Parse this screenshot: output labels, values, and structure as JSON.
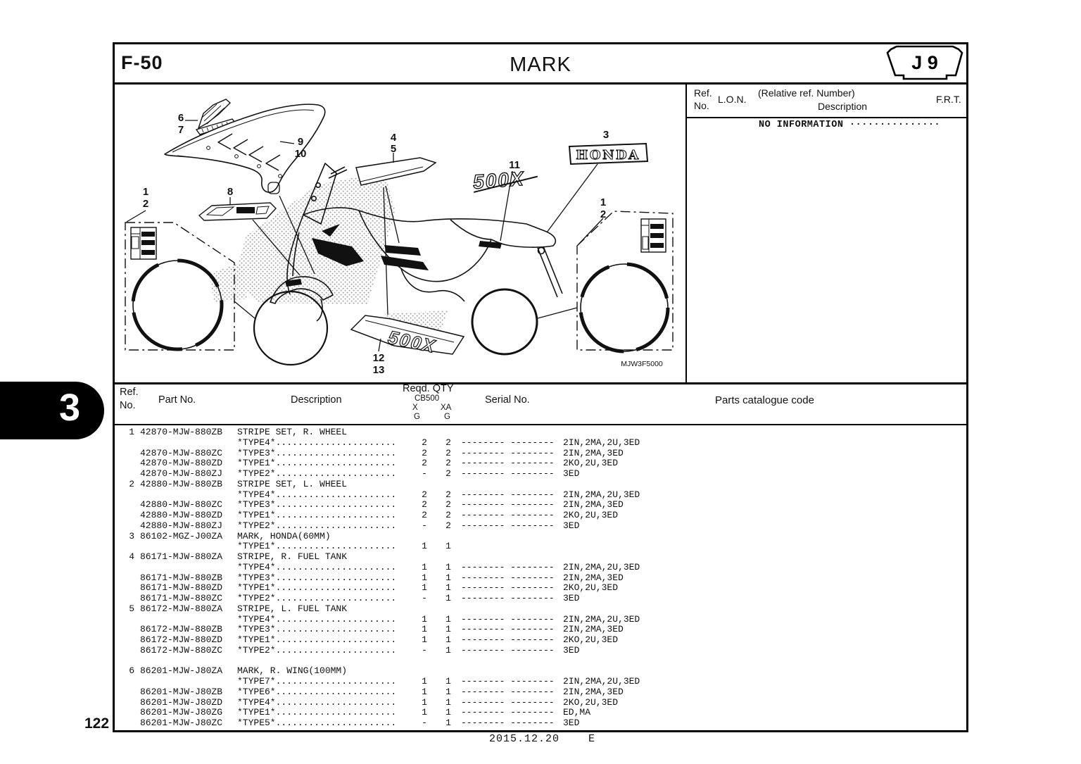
{
  "page": {
    "section_code": "F-50",
    "title": "MARK",
    "plate_code": "J 9",
    "tab_number": "3",
    "page_number": "122",
    "footer_date": "2015.12.20",
    "footer_edition": "E",
    "ink_color": "#111111",
    "paper_color": "#ffffff"
  },
  "ref_panel": {
    "ref_line1": "Ref.",
    "ref_line2": "No.",
    "lon": "L.O.N.",
    "relative_ref": "(Relative ref. Number)",
    "description": "Description",
    "frt": "F.R.T.",
    "no_information": "NO INFORMATION ···············"
  },
  "diagram": {
    "code": "MJW3F5000",
    "decal_honda": "HONDA",
    "decal_500x_side": "500X",
    "decal_500x_lower": "500X",
    "callouts": {
      "left_wheel": [
        "1",
        "2"
      ],
      "wing": [
        "6",
        "7"
      ],
      "shroud": [
        "9",
        "10"
      ],
      "garnish": "8",
      "tank_stripe": [
        "4",
        "5"
      ],
      "honda_mark": "3",
      "side_badge": "11",
      "right_wheel": [
        "1",
        "2"
      ],
      "lower_cowl": [
        "12",
        "13"
      ]
    }
  },
  "table": {
    "header": {
      "ref_line1": "Ref.",
      "ref_line2": "No.",
      "part_no": "Part No.",
      "description": "Description",
      "reqd_qty": "Reqd. QTY",
      "model": "CB500",
      "col_x": "X",
      "col_xa": "XA",
      "col_g1": "G",
      "col_g2": "G",
      "serial_no": "Serial No.",
      "parts_catalogue_code": "Parts catalogue code"
    },
    "serial_dashes": "-------- --------",
    "rows": [
      {
        "ref": "1",
        "part": "42870-MJW-880ZB",
        "desc": "STRIPE SET, R. WHEEL"
      },
      {
        "desc": "*TYPE4*......................",
        "x": "2",
        "xa": "2",
        "serial": true,
        "code": "2IN,2MA,2U,3ED"
      },
      {
        "part": "42870-MJW-880ZC",
        "desc": "*TYPE3*......................",
        "x": "2",
        "xa": "2",
        "serial": true,
        "code": "2IN,2MA,3ED"
      },
      {
        "part": "42870-MJW-880ZD",
        "desc": "*TYPE1*......................",
        "x": "2",
        "xa": "2",
        "serial": true,
        "code": "2KO,2U,3ED"
      },
      {
        "part": "42870-MJW-880ZJ",
        "desc": "*TYPE2*......................",
        "x": "-",
        "xa": "2",
        "serial": true,
        "code": "3ED"
      },
      {
        "ref": "2",
        "part": "42880-MJW-880ZB",
        "desc": "STRIPE SET, L. WHEEL"
      },
      {
        "desc": "*TYPE4*......................",
        "x": "2",
        "xa": "2",
        "serial": true,
        "code": "2IN,2MA,2U,3ED"
      },
      {
        "part": "42880-MJW-880ZC",
        "desc": "*TYPE3*......................",
        "x": "2",
        "xa": "2",
        "serial": true,
        "code": "2IN,2MA,3ED"
      },
      {
        "part": "42880-MJW-880ZD",
        "desc": "*TYPE1*......................",
        "x": "2",
        "xa": "2",
        "serial": true,
        "code": "2KO,2U,3ED"
      },
      {
        "part": "42880-MJW-880ZJ",
        "desc": "*TYPE2*......................",
        "x": "-",
        "xa": "2",
        "serial": true,
        "code": "3ED"
      },
      {
        "ref": "3",
        "part": "86102-MGZ-J00ZA",
        "desc": "MARK, HONDA(60MM)"
      },
      {
        "desc": "*TYPE1*......................",
        "x": "1",
        "xa": "1"
      },
      {
        "ref": "4",
        "part": "86171-MJW-880ZA",
        "desc": "STRIPE, R. FUEL TANK"
      },
      {
        "desc": "*TYPE4*......................",
        "x": "1",
        "xa": "1",
        "serial": true,
        "code": "2IN,2MA,2U,3ED"
      },
      {
        "part": "86171-MJW-880ZB",
        "desc": "*TYPE3*......................",
        "x": "1",
        "xa": "1",
        "serial": true,
        "code": "2IN,2MA,3ED"
      },
      {
        "part": "86171-MJW-880ZD",
        "desc": "*TYPE1*......................",
        "x": "1",
        "xa": "1",
        "serial": true,
        "code": "2KO,2U,3ED"
      },
      {
        "part": "86171-MJW-880ZC",
        "desc": "*TYPE2*......................",
        "x": "-",
        "xa": "1",
        "serial": true,
        "code": "3ED"
      },
      {
        "ref": "5",
        "part": "86172-MJW-880ZA",
        "desc": "STRIPE, L. FUEL TANK"
      },
      {
        "desc": "*TYPE4*......................",
        "x": "1",
        "xa": "1",
        "serial": true,
        "code": "2IN,2MA,2U,3ED"
      },
      {
        "part": "86172-MJW-880ZB",
        "desc": "*TYPE3*......................",
        "x": "1",
        "xa": "1",
        "serial": true,
        "code": "2IN,2MA,3ED"
      },
      {
        "part": "86172-MJW-880ZD",
        "desc": "*TYPE1*......................",
        "x": "1",
        "xa": "1",
        "serial": true,
        "code": "2KO,2U,3ED"
      },
      {
        "part": "86172-MJW-880ZC",
        "desc": "*TYPE2*......................",
        "x": "-",
        "xa": "1",
        "serial": true,
        "code": "3ED"
      },
      {
        "gap": true
      },
      {
        "ref": "6",
        "part": "86201-MJW-J80ZA",
        "desc": "MARK, R. WING(100MM)"
      },
      {
        "desc": "*TYPE7*......................",
        "x": "1",
        "xa": "1",
        "serial": true,
        "code": "2IN,2MA,2U,3ED"
      },
      {
        "part": "86201-MJW-J80ZB",
        "desc": "*TYPE6*......................",
        "x": "1",
        "xa": "1",
        "serial": true,
        "code": "2IN,2MA,3ED"
      },
      {
        "part": "86201-MJW-J80ZD",
        "desc": "*TYPE4*......................",
        "x": "1",
        "xa": "1",
        "serial": true,
        "code": "2KO,2U,3ED"
      },
      {
        "part": "86201-MJW-J80ZG",
        "desc": "*TYPE1*......................",
        "x": "1",
        "xa": "1",
        "serial": true,
        "code": "ED,MA"
      },
      {
        "part": "86201-MJW-J80ZC",
        "desc": "*TYPE5*......................",
        "x": "-",
        "xa": "1",
        "serial": true,
        "code": "3ED"
      }
    ]
  }
}
